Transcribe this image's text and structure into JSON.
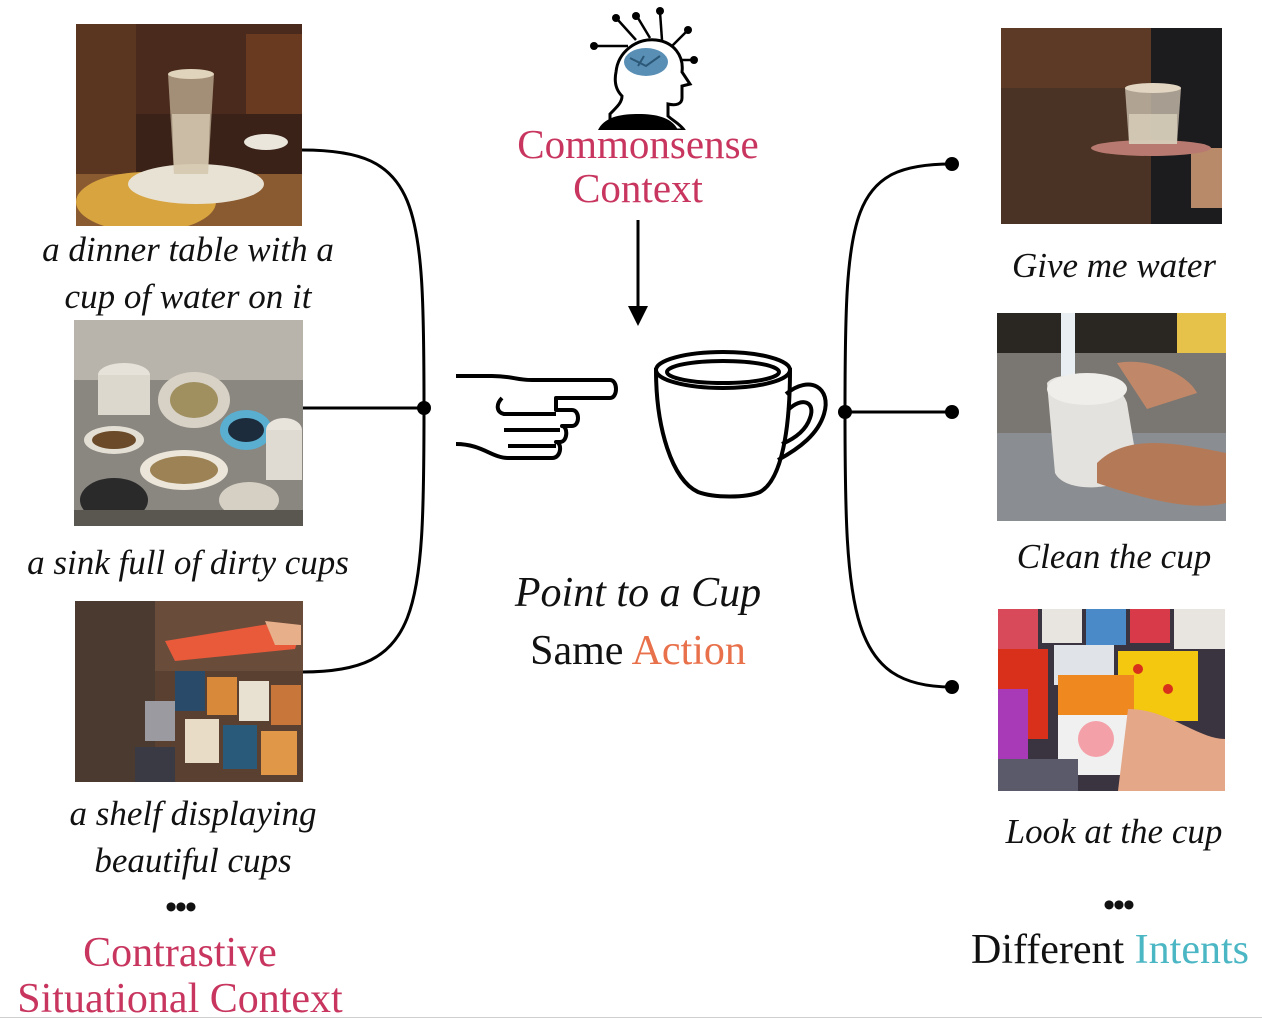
{
  "left": {
    "captions": [
      [
        "a dinner table with a",
        "cup of water on it"
      ],
      [
        "a sink full of dirty cups"
      ],
      [
        "a shelf displaying",
        "beautiful cups"
      ]
    ],
    "ellipsis": "•••",
    "title_line1": "Contrastive",
    "title_line2": "Situational Context"
  },
  "center": {
    "commonsense_line1": "Commonsense",
    "commonsense_line2": "Context",
    "action_line1": "Point to a Cup",
    "action_same": "Same",
    "action_word": "Action"
  },
  "right": {
    "captions": [
      "Give me water",
      "Clean the cup",
      "Look at the cup"
    ],
    "ellipsis": "•••",
    "title_different": "Different",
    "title_intents": "Intents"
  },
  "colors": {
    "context_red": "#c8365f",
    "action_orange": "#e8704a",
    "intent_teal": "#4bb6c4",
    "brain_blue": "#5a8fb5"
  },
  "icons": [
    "brain-head-icon",
    "pointing-hand-icon",
    "cup-icon",
    "down-arrow-icon"
  ]
}
